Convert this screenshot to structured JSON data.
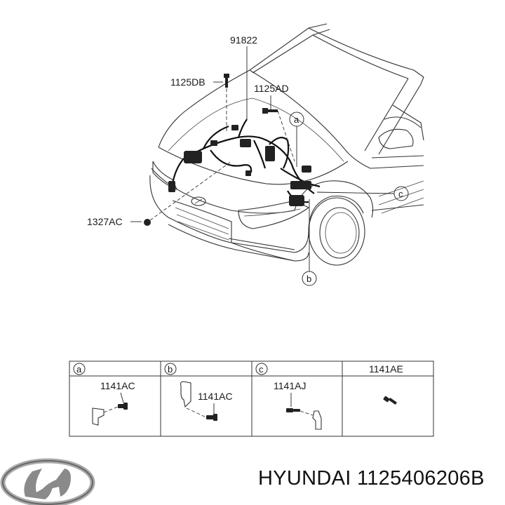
{
  "callouts": {
    "part_91822": "91822",
    "part_1125DB": "1125DB",
    "part_1125AD": "1125AD",
    "part_1327AC": "1327AC"
  },
  "detail_markers": {
    "a": "a",
    "b": "b",
    "c": "c"
  },
  "detail_table": {
    "columns": [
      {
        "key": "a",
        "header": "a",
        "circled": true,
        "parts": [
          "1141AC"
        ]
      },
      {
        "key": "b",
        "header": "b",
        "circled": true,
        "parts": [
          "1141AC"
        ]
      },
      {
        "key": "c",
        "header": "c",
        "circled": true,
        "parts": [
          "1141AJ"
        ]
      },
      {
        "key": "d",
        "header": "1141AE",
        "circled": false,
        "parts": []
      }
    ]
  },
  "footer": {
    "brand_part_text": "HYUNDAI 1125406206B",
    "logo_icon": "hyundai-logo-icon"
  }
}
